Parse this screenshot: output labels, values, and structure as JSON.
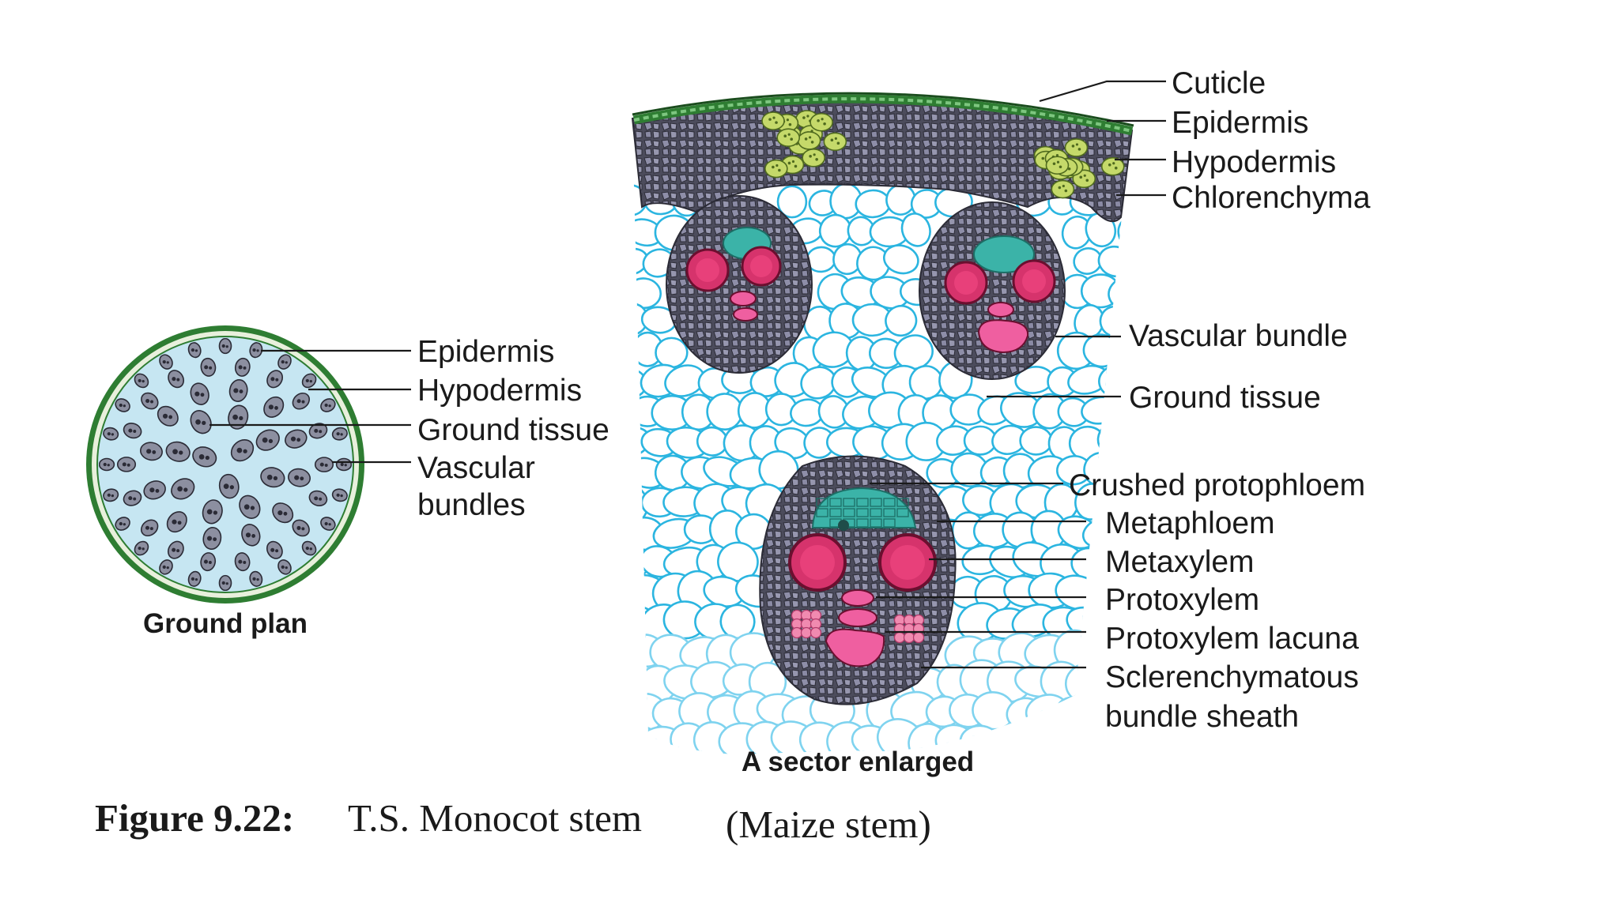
{
  "figure": {
    "number": "Figure 9.22:",
    "title": "T.S. Monocot stem",
    "subtitle": "(Maize stem)"
  },
  "ground_plan": {
    "caption": "Ground plan",
    "labels": [
      "Epidermis",
      "Hypodermis",
      "Ground tissue",
      "Vascular",
      "bundles"
    ]
  },
  "sector": {
    "caption": "A sector enlarged",
    "top_labels": [
      "Cuticle",
      "Epidermis",
      "Hypodermis",
      "Chlorenchyma"
    ],
    "middle_labels": [
      "Vascular bundle",
      "Ground tissue"
    ],
    "bundle_labels": [
      "Crushed protophloem",
      "Metaphloem",
      "Metaxylem",
      "Protoxylem",
      "Protoxylem lacuna",
      "Sclerenchymatous",
      "bundle sheath"
    ]
  },
  "colors": {
    "epidermis": "#2e7d32",
    "ground_fill": "#c6e6f2",
    "parenchyma_stroke": "#2bb5e0",
    "sclerenchyma": "#4a4a5a",
    "hypodermis_green": "#c5d96a",
    "phloem": "#3bb3a8",
    "xylem": "#d6336c",
    "lacuna": "#ef5fa0"
  }
}
